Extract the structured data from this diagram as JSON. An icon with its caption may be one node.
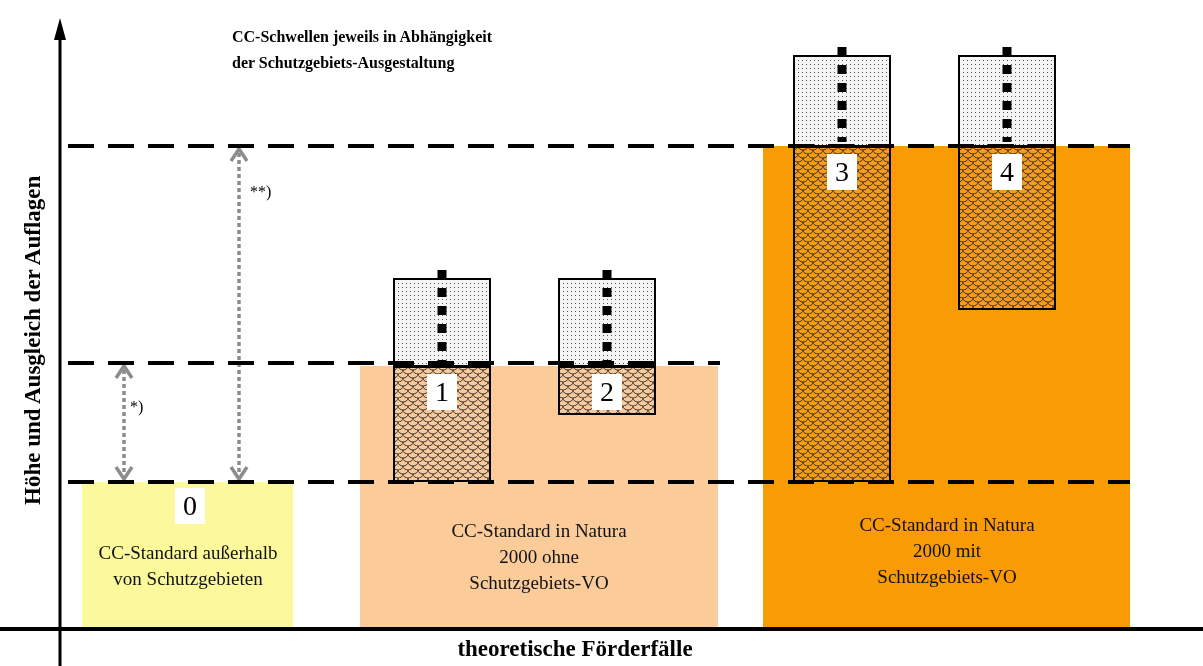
{
  "diagram": {
    "nodes": [
      {
        "text": [
          "0",
          "CC-Standard außerhalb von Schutzgebieten"
        ]
      },
      {
        "text": [
          "CC-Standard in Natura 2000 ohne Schutzgebiets-VO"
        ]
      },
      {
        "text": [
          "1"
        ],
        "in": 1
      },
      {
        "text": [
          "2"
        ],
        "in": 1
      },
      {
        "text": [
          "CC-Standard in Natura 2000 mit Schutzgebiets-VO"
        ]
      },
      {
        "text": [
          "3"
        ],
        "in": 4
      },
      {
        "text": [
          "4"
        ],
        "in": 4
      }
    ],
    "labels": [
      "CC-Schwellen jeweils in Abhängigkeit der Schutzgebiets-Ausgestaltung",
      "**)",
      "*)",
      "Höhe und Ausgleich der Auflagen",
      "theoretische Förderfälle"
    ]
  }
}
